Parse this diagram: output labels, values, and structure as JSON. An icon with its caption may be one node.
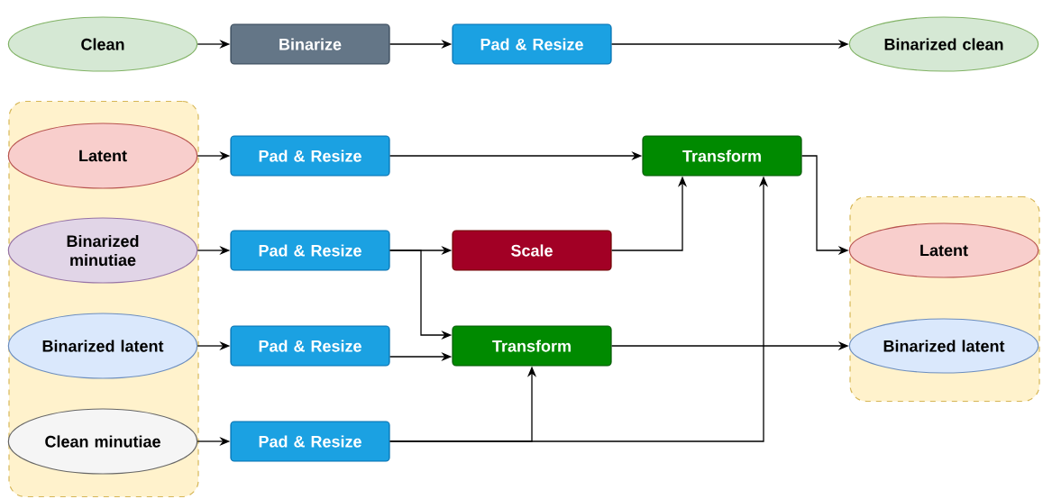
{
  "diagram": {
    "nodes": [
      {
        "text": [
          "Clean"
        ]
      },
      {
        "text": [
          "Binarize"
        ]
      },
      {
        "text": [
          "Pad & Resize"
        ]
      },
      {
        "text": [
          "Binarized clean"
        ]
      },
      {
        "text": [],
        "shape": "box"
      },
      {
        "text": [
          "Latent"
        ],
        "in": 4
      },
      {
        "text": [
          "Binarized minutiae"
        ],
        "in": 4
      },
      {
        "text": [
          "Binarized latent"
        ],
        "in": 4
      },
      {
        "text": [
          "Clean minutiae"
        ],
        "in": 4
      },
      {
        "text": [
          "Pad & Resize"
        ]
      },
      {
        "text": [
          "Pad & Resize"
        ]
      },
      {
        "text": [
          "Pad & Resize"
        ]
      },
      {
        "text": [
          "Pad & Resize"
        ]
      },
      {
        "text": [
          "Transform"
        ]
      },
      {
        "text": [
          "Scale"
        ]
      },
      {
        "text": [
          "Transform"
        ]
      },
      {
        "text": [],
        "shape": "box"
      },
      {
        "text": [
          "Latent"
        ],
        "in": 16
      },
      {
        "text": [
          "Binarized latent"
        ],
        "in": 16
      }
    ],
    "edges": [
      {
        "from": 0,
        "to": 1,
        "arrow": "to"
      },
      {
        "from": 1,
        "to": 2,
        "arrow": "to"
      },
      {
        "from": 2,
        "to": 3,
        "arrow": "to"
      },
      {
        "from": 5,
        "to": 9,
        "arrow": "to"
      },
      {
        "from": 6,
        "to": 10,
        "arrow": "to"
      },
      {
        "from": 7,
        "to": 11,
        "arrow": "to"
      },
      {
        "from": 8,
        "to": 12,
        "arrow": "to"
      },
      {
        "from": 9,
        "to": 13,
        "arrow": "to"
      },
      {
        "from": 10,
        "to": 14,
        "arrow": "to"
      },
      {
        "from": 10,
        "to": 15,
        "arrow": "to"
      },
      {
        "from": 11,
        "to": 15,
        "arrow": "to"
      },
      {
        "from": 12,
        "to": 15,
        "arrow": "to"
      },
      {
        "from": 12,
        "to": 13,
        "arrow": "to"
      },
      {
        "from": 14,
        "to": 13,
        "arrow": "to"
      },
      {
        "from": 13,
        "to": 17,
        "arrow": "to"
      },
      {
        "from": 15,
        "to": 18,
        "arrow": "to"
      }
    ]
  }
}
